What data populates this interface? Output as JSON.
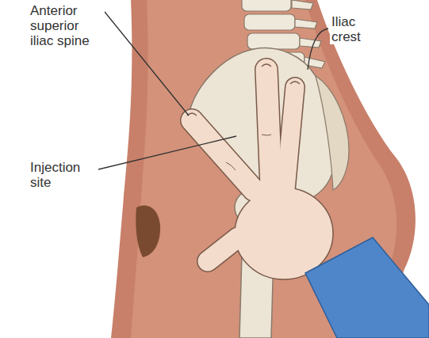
{
  "diagram": {
    "labels": [
      "Anterior superior iliac spine",
      "Iliac crest",
      "Injection site"
    ]
  }
}
